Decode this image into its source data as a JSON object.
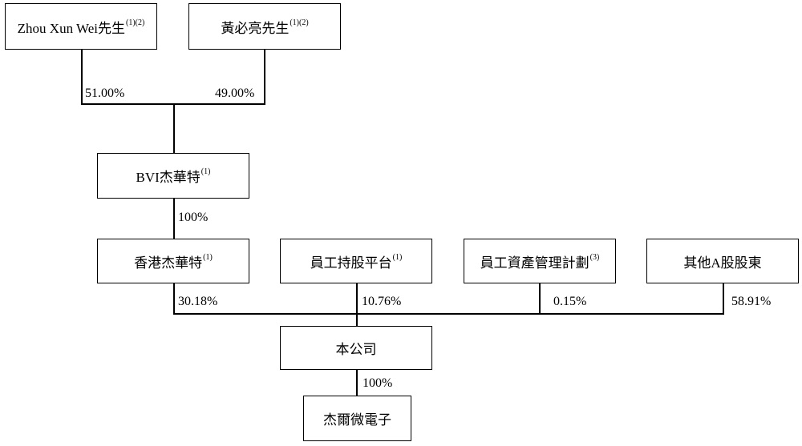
{
  "entities": {
    "zhou": {
      "name": "Zhou Xun Wei先生",
      "note": "(1)(2)"
    },
    "huang": {
      "name": "黃必亮先生",
      "note": "(1)(2)"
    },
    "bvi": {
      "name": "BVI杰華特",
      "note": "(1)"
    },
    "hk": {
      "name": "香港杰華特",
      "note": "(1)"
    },
    "esop": {
      "name": "員工持股平台",
      "note": "(1)"
    },
    "asset_plan": {
      "name": "員工資產管理計劃",
      "note": "(3)"
    },
    "other_a": {
      "name": "其他A股股東",
      "note": ""
    },
    "company": {
      "name": "本公司",
      "note": ""
    },
    "sub": {
      "name": "杰爾微電子",
      "note": ""
    }
  },
  "ownership": {
    "zhou_to_bvi": "51.00%",
    "huang_to_bvi": "49.00%",
    "bvi_to_hk": "100%",
    "hk_to_company": "30.18%",
    "esop_to_company": "10.76%",
    "asset_plan_to_company": "0.15%",
    "other_a_to_company": "58.91%",
    "company_to_sub": "100%"
  }
}
